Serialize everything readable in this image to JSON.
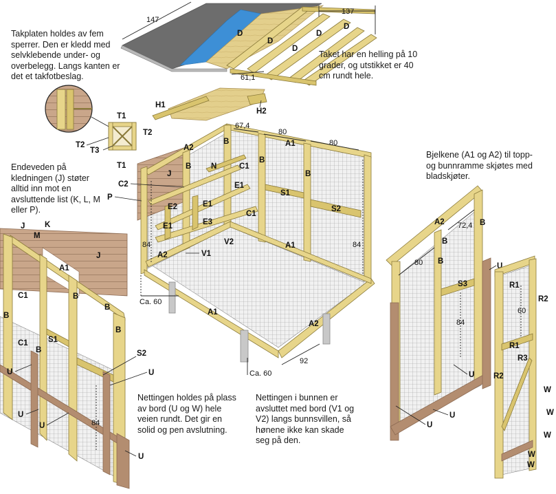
{
  "notes": {
    "roof": "Takplaten holdes av fem sperrer. Den er kledd med selvklebende under- og overbelegg. Langs kanten er det et takfotbeslag.",
    "slope": "Taket har en helling på 10 grader, og utstikket er 40 cm rundt hele.",
    "endwood": "Endeveden på kledningen (J) støter alltid inn mot en avsluttende list (K, L, M eller P).",
    "beams": "Bjelkene (A1 og A2) til topp- og bunnramme skjøtes med bladskjøter.",
    "netting": "Nettingen holdes på plass av bord (U og W) hele veien rundt. Det gir en solid og pen avslutning.",
    "bottom": "Nettingen i bunnen er avsluttet med bord (V1 og V2) langs bunnsvillen, så hønene ikke kan skade seg på den."
  },
  "dimensions": {
    "roof_width": "147",
    "roof_depth": "137",
    "rafter_spacing": "61,1",
    "top_a": "67,4",
    "top_b": "80",
    "top_c": "80",
    "height_left": "84",
    "height_right": "84",
    "post_left": "Ca. 60",
    "post_front": "Ca. 60",
    "base_depth": "92",
    "back_width": "72,4",
    "back_height": "80",
    "back_s3": "84",
    "door_r": "60",
    "left_u": "84"
  },
  "labels": {
    "D": "D",
    "T1": "T1",
    "T2": "T2",
    "T3": "T3",
    "H1": "H1",
    "H2": "H2",
    "A1": "A1",
    "A2": "A2",
    "B": "B",
    "N": "N",
    "C1": "C1",
    "C2": "C2",
    "E1": "E1",
    "E2": "E2",
    "E3": "E3",
    "J": "J",
    "P": "P",
    "S1": "S1",
    "S2": "S2",
    "S3": "S3",
    "V1": "V1",
    "V2": "V2",
    "K": "K",
    "M": "M",
    "U": "U",
    "R1": "R1",
    "R2": "R2",
    "R3": "R3",
    "W": "W"
  }
}
